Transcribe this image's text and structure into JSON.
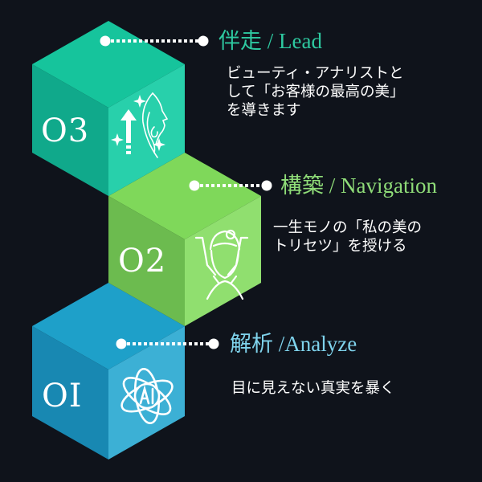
{
  "steps": [
    {
      "number": "O3",
      "title": "伴走 / Lead",
      "title_color": "#2ec9a0",
      "description_lines": [
        "ビューティ・アナリストと",
        "して「お客様の最高の美」",
        "を導きます"
      ],
      "icon": "beauty-growth-icon",
      "colors": {
        "top": "#16c49c",
        "left": "#10a98b",
        "right": "#28d0ab"
      }
    },
    {
      "number": "O2",
      "title": "構築 / Navigation",
      "title_color": "#8fdc78",
      "description_lines": [
        "一生モノの「私の美の",
        "トリセツ」を授ける"
      ],
      "icon": "facial-massage-icon",
      "colors": {
        "top": "#7fd85a",
        "left": "#6cbb4f",
        "right": "#90df6f"
      }
    },
    {
      "number": "OI",
      "title": "解析 /Analyze",
      "title_color": "#7fd3ec",
      "description_lines": [
        "目に見えない真実を暴く"
      ],
      "icon": "ai-atom-icon",
      "colors": {
        "top": "#1ea0c9",
        "left": "#1888b2",
        "right": "#3cb0d5"
      }
    }
  ],
  "background_color": "#0f131b",
  "connector_color": "#ffffff"
}
